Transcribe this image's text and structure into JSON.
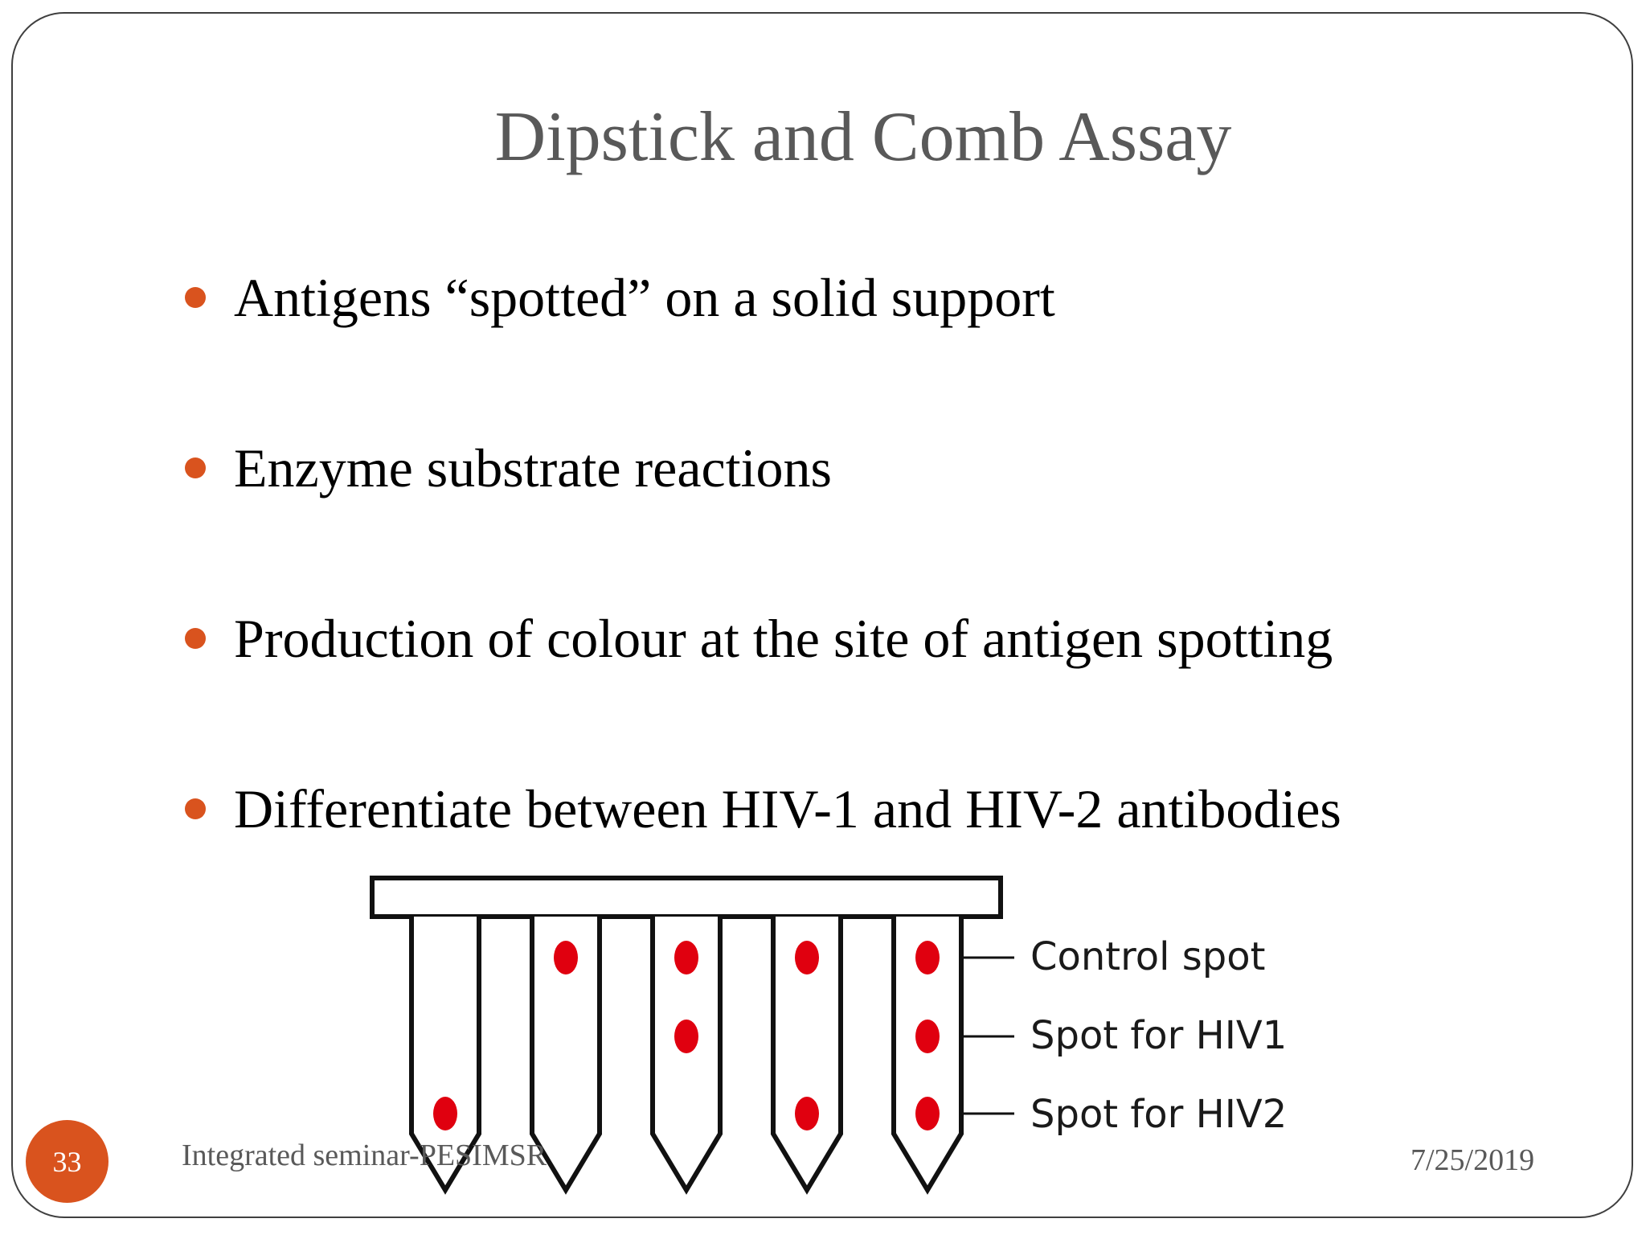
{
  "slide": {
    "title": "Dipstick and Comb Assay",
    "bullets": [
      "Antigens “spotted” on a solid support",
      "Enzyme substrate reactions",
      "Production of colour at the site of antigen spotting",
      "Differentiate between HIV-1 and HIV-2 antibodies"
    ],
    "footer": {
      "slide_number": "33",
      "left_text": "Integrated seminar-PESIMSR",
      "date": "7/25/2019"
    },
    "colors": {
      "accent": "#d9531e",
      "title": "#595959",
      "spot": "#e0000f"
    }
  },
  "diagram": {
    "labels": [
      "Control spot",
      "Spot for HIV1",
      "Spot for HIV2"
    ],
    "strips": [
      {
        "control": false,
        "hiv1": false,
        "hiv2": true
      },
      {
        "control": true,
        "hiv1": false,
        "hiv2": false
      },
      {
        "control": true,
        "hiv1": true,
        "hiv2": false
      },
      {
        "control": true,
        "hiv1": false,
        "hiv2": true
      },
      {
        "control": true,
        "hiv1": true,
        "hiv2": true
      }
    ]
  }
}
